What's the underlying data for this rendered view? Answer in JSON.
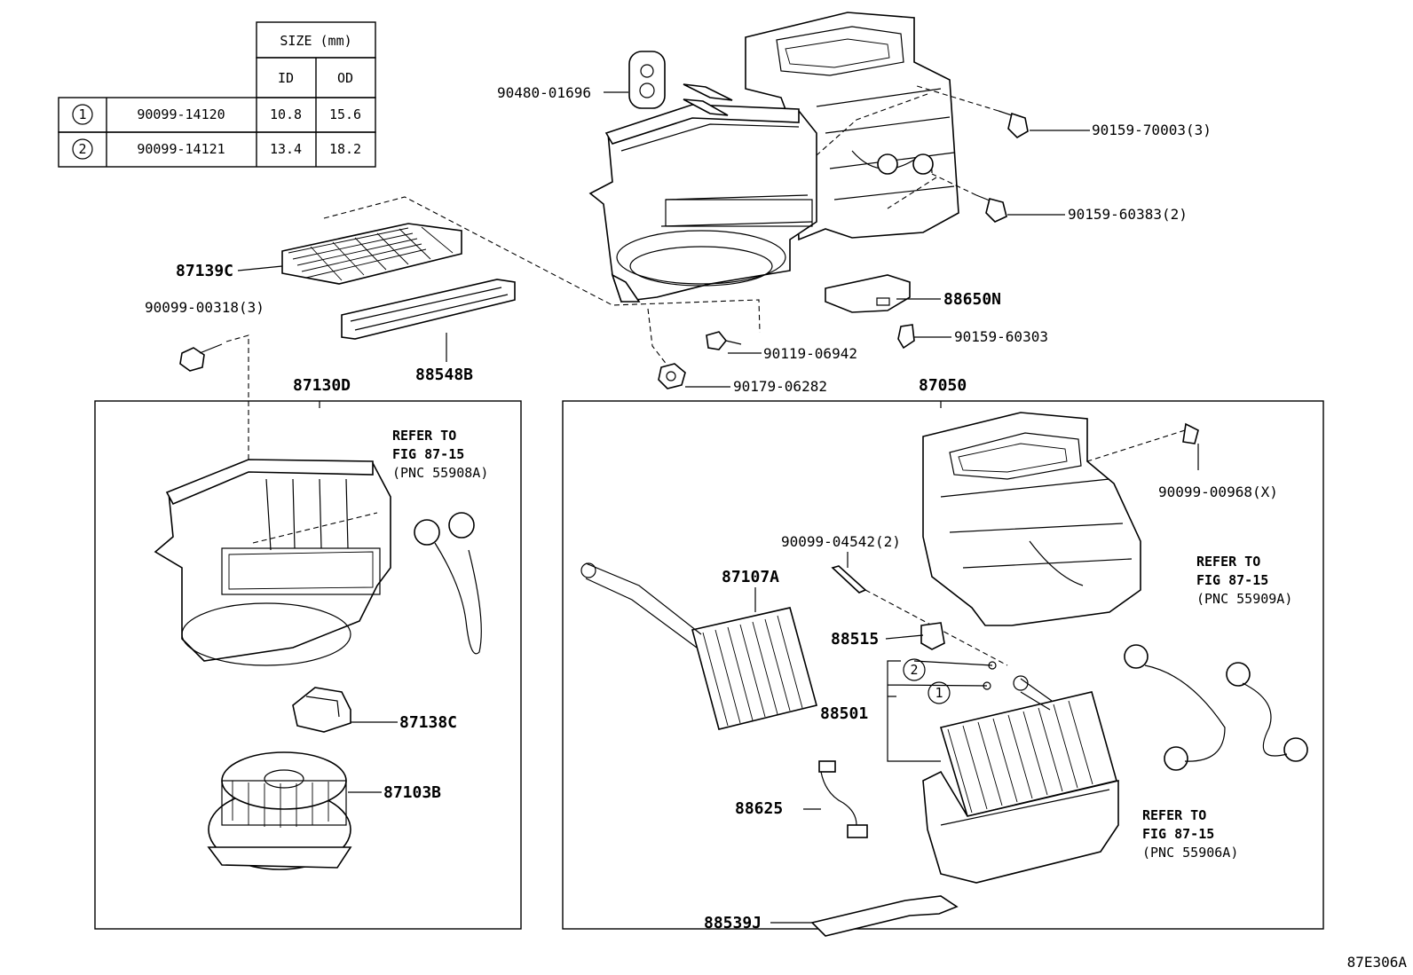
{
  "size_table": {
    "header": "SIZE (mm)",
    "col_id": "ID",
    "col_od": "OD",
    "rows": [
      {
        "ref": "1",
        "part": "90099-14120",
        "id": "10.8",
        "od": "15.6"
      },
      {
        "ref": "2",
        "part": "90099-14121",
        "id": "13.4",
        "od": "18.2"
      }
    ]
  },
  "labels": {
    "p90480_01696": "90480-01696",
    "p90159_70003": "90159-70003(3)",
    "p90159_60383": "90159-60383(2)",
    "p87139C": "87139C",
    "p90099_00318": "90099-00318(3)",
    "p88548B": "88548B",
    "p88650N": "88650N",
    "p90119_06942": "90119-06942",
    "p90159_60303": "90159-60303",
    "p90179_06282": "90179-06282",
    "p87130D": "87130D",
    "p87050": "87050",
    "p87138C": "87138C",
    "p87103B": "87103B",
    "p87107A": "87107A",
    "p90099_04542": "90099-04542(2)",
    "p90099_00968": "90099-00968(X)",
    "p88515": "88515",
    "p88501": "88501",
    "p88625": "88625",
    "p88539J": "88539J",
    "callout_1": "1",
    "callout_2": "2"
  },
  "notes": {
    "refer_a": {
      "l1": "REFER TO",
      "l2": "FIG 87-15",
      "l3": "(PNC 55908A)"
    },
    "refer_b": {
      "l1": "REFER TO",
      "l2": "FIG 87-15",
      "l3": "(PNC 55909A)"
    },
    "refer_c": {
      "l1": "REFER TO",
      "l2": "FIG 87-15",
      "l3": "(PNC 55906A)"
    }
  },
  "figure_id": "87E306A"
}
